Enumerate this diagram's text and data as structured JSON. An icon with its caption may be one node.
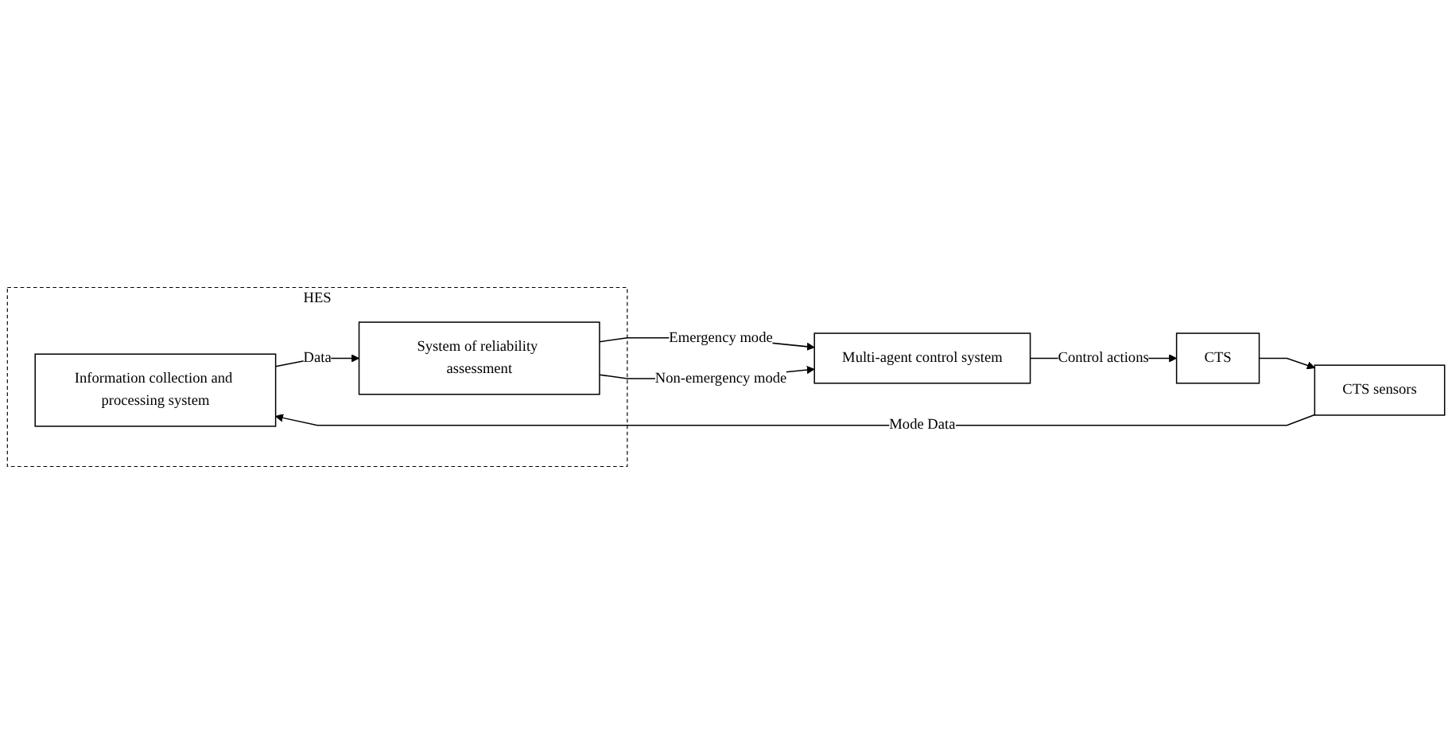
{
  "diagram": {
    "nodes": [
      {
        "text": [
          "HES"
        ]
      },
      {
        "text": [
          "Information collection and processing system"
        ],
        "in": 0
      },
      {
        "text": [
          "System of reliability assessment"
        ],
        "in": 0
      },
      {
        "text": [
          "CTS sensors"
        ]
      },
      {
        "text": [
          "CTS"
        ]
      },
      {
        "text": [
          "Multi-agent control system"
        ]
      }
    ],
    "edges": [
      {
        "from": 3,
        "to": 1,
        "arrow": "to",
        "label": "Mode Data"
      },
      {
        "from": 4,
        "to": 3,
        "arrow": "to"
      },
      {
        "from": 1,
        "to": 2,
        "arrow": "to",
        "label": "Data"
      },
      {
        "from": 2,
        "to": 5,
        "arrow": "to",
        "label": "Emergency mode"
      },
      {
        "from": 2,
        "to": 5,
        "arrow": "to",
        "label": "Non-emergency mode"
      },
      {
        "from": 5,
        "to": 4,
        "arrow": "to",
        "label": "Control actions"
      }
    ]
  }
}
